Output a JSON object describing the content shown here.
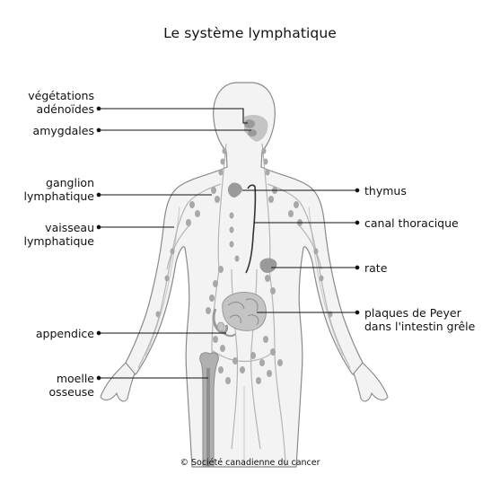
{
  "title": "Le système lymphatique",
  "labels_left": [
    {
      "id": "vegetations",
      "lines": [
        "végétations",
        "adénoïdes"
      ]
    },
    {
      "id": "amygdales",
      "lines": [
        "amygdales"
      ]
    },
    {
      "id": "ganglion",
      "lines": [
        "ganglion",
        "lymphatique"
      ]
    },
    {
      "id": "vaisseau",
      "lines": [
        "vaisseau",
        "lymphatique"
      ]
    },
    {
      "id": "appendice",
      "lines": [
        "appendice"
      ]
    },
    {
      "id": "moelle",
      "lines": [
        "moelle",
        "osseuse"
      ]
    }
  ],
  "labels_right": [
    {
      "id": "thymus",
      "lines": [
        "thymus"
      ]
    },
    {
      "id": "canal",
      "lines": [
        "canal thoracique"
      ]
    },
    {
      "id": "rate",
      "lines": [
        "rate"
      ]
    },
    {
      "id": "plaques",
      "lines": [
        "plaques de Peyer",
        "dans l'intestin grêle"
      ]
    }
  ],
  "copyright": "© Société canadienne du cancer",
  "colors": {
    "body_fill": "#f3f3f3",
    "body_stroke": "#8a8a8a",
    "organ": "#9a9a9a",
    "organ_light": "#c4c4c4",
    "node": "#a8a8a8",
    "vessel": "#b5b5b5",
    "leader": "#111111"
  }
}
